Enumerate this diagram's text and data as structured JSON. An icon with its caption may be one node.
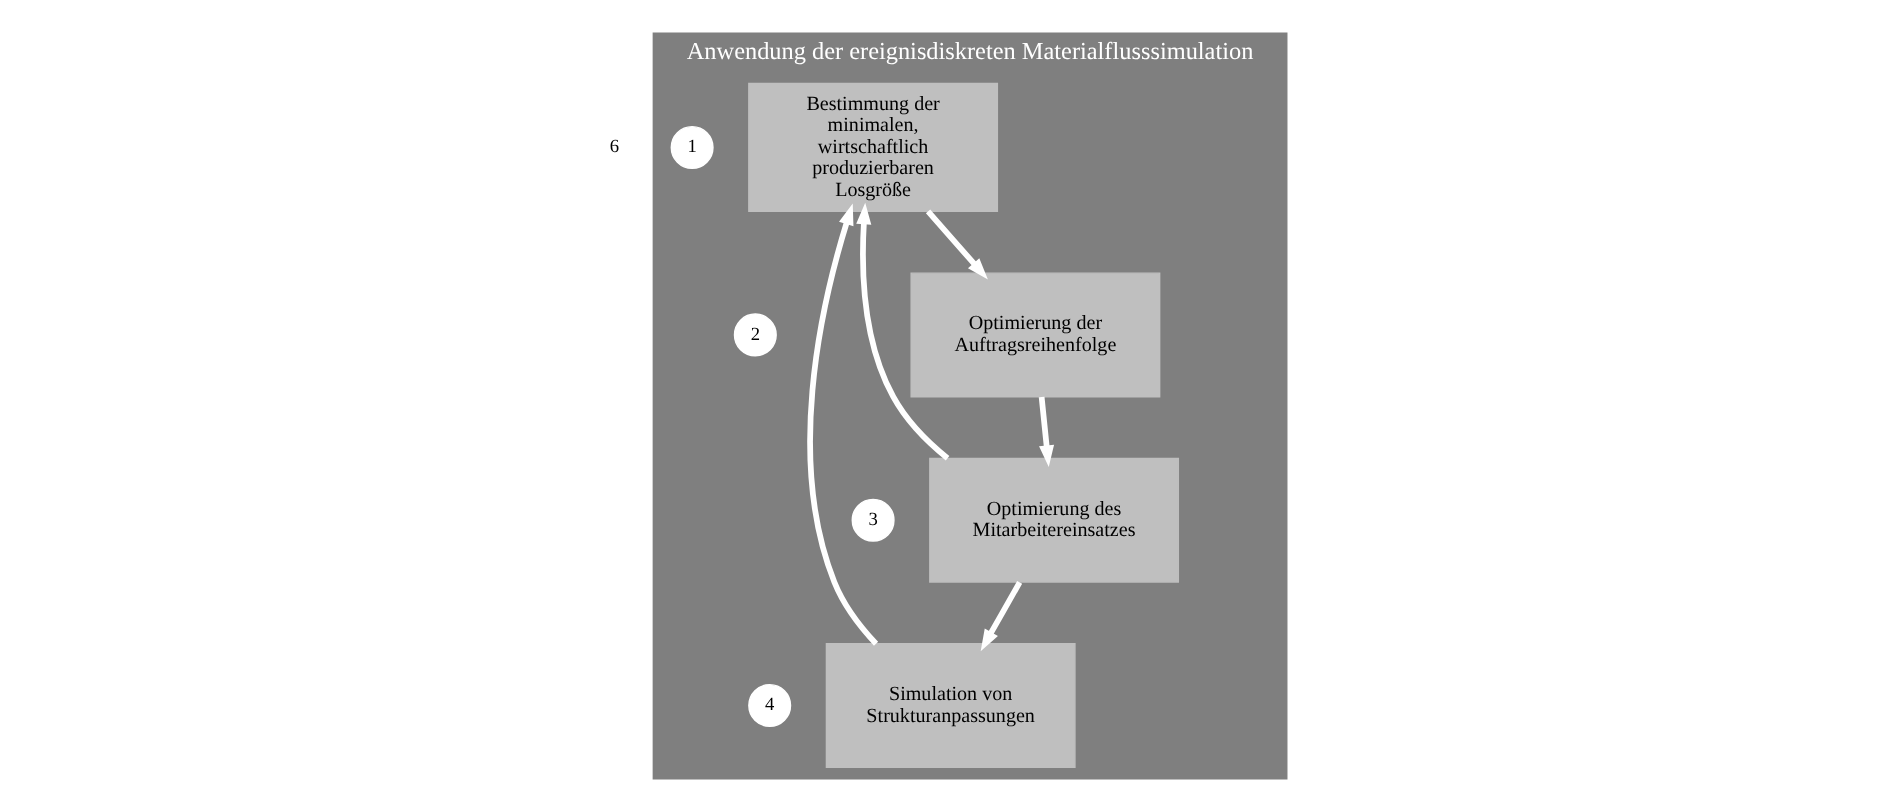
{
  "diagram": {
    "nodes": [
      {
        "text": [
          "6"
        ]
      },
      {
        "text": [
          "Anwendung der ereignisdiskreten Materialflusssimulation"
        ]
      },
      {
        "text": [
          "1"
        ],
        "in": 1
      },
      {
        "text": [
          "Bestimmung der minimalen, wirtschaftlich produzierbaren Losgröße"
        ],
        "in": 1
      },
      {
        "text": [
          "2"
        ],
        "in": 1
      },
      {
        "text": [
          "Optimierung der Auftragsreihenfolge"
        ],
        "in": 1
      },
      {
        "text": [
          "4"
        ],
        "in": 1
      },
      {
        "text": [
          "Simulation von Strukturanpassungen"
        ],
        "in": 1
      },
      {
        "text": [
          "3"
        ],
        "in": 1
      },
      {
        "text": [
          "Optimierung des Mitarbeitereinsatzes"
        ],
        "in": 1
      }
    ],
    "edges": [
      {
        "from": 7,
        "to": 3,
        "arrow": "to"
      },
      {
        "from": 3,
        "to": 5,
        "arrow": "to"
      },
      {
        "from": 5,
        "to": 9,
        "arrow": "to"
      },
      {
        "from": 9,
        "to": 3,
        "arrow": "to"
      },
      {
        "from": 9,
        "to": 7,
        "arrow": "to"
      }
    ]
  }
}
